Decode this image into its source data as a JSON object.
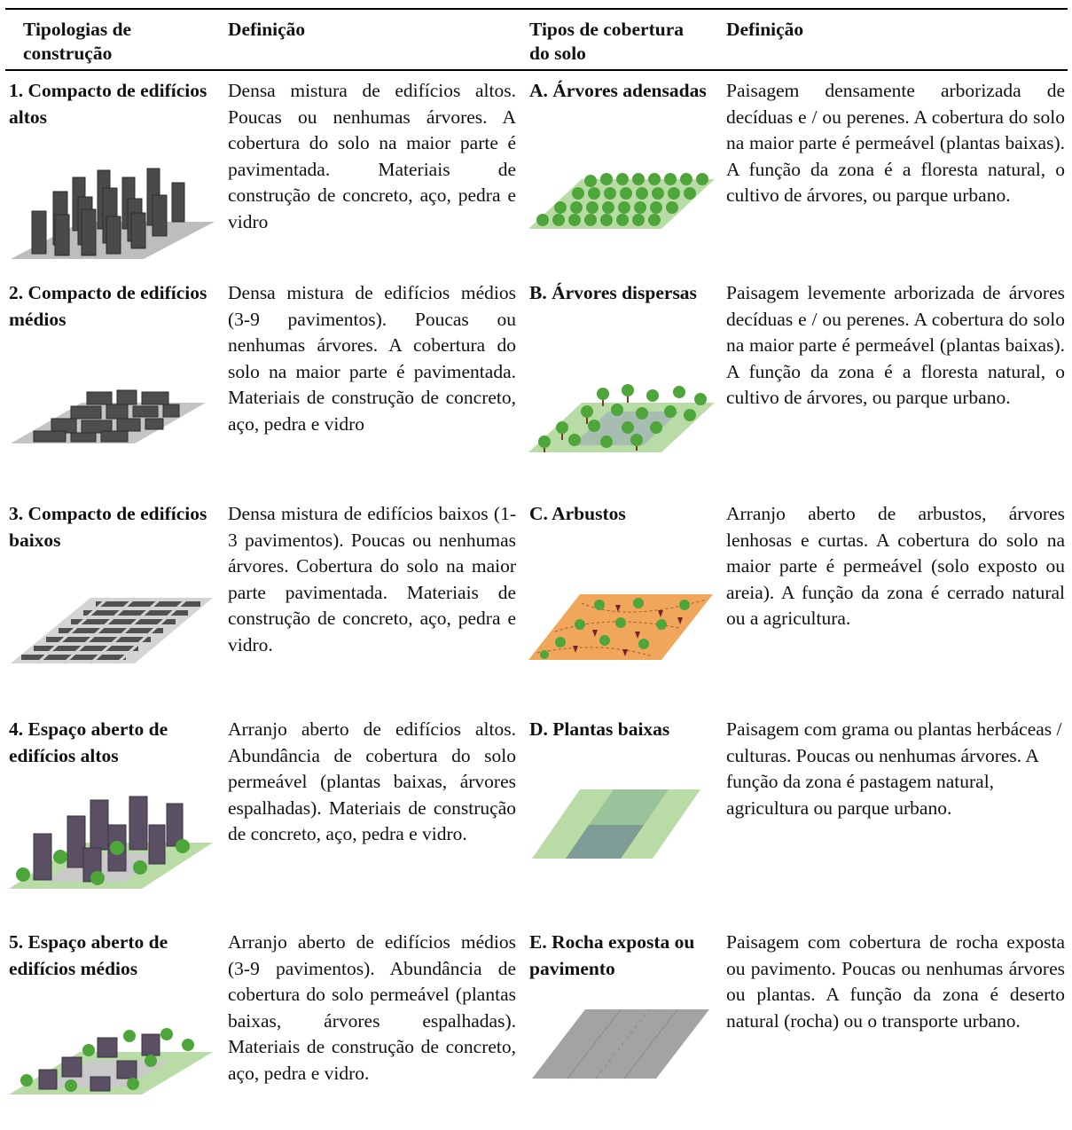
{
  "headers": {
    "col1": "Tipologias de construção",
    "col2": "Definição",
    "col3": "Tipos de cobertura do solo",
    "col4": "Definição"
  },
  "rows": [
    {
      "building_title": "1. Compacto de edifícios altos",
      "building_image": "compact-highrise-icon",
      "building_def": "Densa mistura de edifícios altos. Poucas ou nenhumas árvores. A cobertura do solo na maior parte é pavimentada. Materiais de construção de concreto, aço, pedra e vidro",
      "land_title": "A. Árvores adensadas",
      "land_image": "dense-trees-icon",
      "land_def": "Paisagem densamente arborizada de decíduas e / ou perenes. A cobertura do solo na maior parte é permeável (plantas baixas). A função da zona é a floresta natural, o cultivo de árvores, ou parque urbano."
    },
    {
      "building_title": "2. Compacto de edifícios médios",
      "building_image": "compact-midrise-icon",
      "building_def": "Densa mistura de edifícios médios (3-9 pavimentos). Poucas ou nenhumas árvores. A cobertura do solo na maior parte é pavimentada. Materiais de construção de concreto, aço, pedra e vidro",
      "land_title": "B. Árvores dispersas",
      "land_image": "scattered-trees-icon",
      "land_def": "Paisagem levemente arborizada de árvores decíduas e / ou perenes. A cobertura do solo na maior parte é permeável (plantas baixas). A função da zona é a floresta natural, o cultivo de árvores, ou parque urbano."
    },
    {
      "building_title": "3. Compacto de edifícios baixos",
      "building_image": "compact-lowrise-icon",
      "building_def": "Densa mistura de edifícios baixos (1-3 pavimentos). Poucas ou nenhumas árvores. Cobertura do solo na maior parte pavimentada. Materiais de construção de concreto, aço, pedra e vidro.",
      "land_title": "C. Arbustos",
      "land_image": "bush-scrub-icon",
      "land_def": "Arranjo aberto de arbustos, árvores lenhosas e curtas. A cobertura do solo na maior parte é permeável (solo exposto ou areia). A função da zona é cerrado natural ou a agricultura."
    },
    {
      "building_title": "4. Espaço aberto de edifícios altos",
      "building_image": "open-highrise-icon",
      "building_def": "Arranjo aberto de edifícios altos. Abundância de cobertura do solo permeável (plantas baixas, árvores espalhadas). Materiais de construção de concreto, aço, pedra e vidro.",
      "land_title": "D. Plantas baixas",
      "land_image": "low-plants-icon",
      "land_def": "Paisagem com grama ou plantas herbáceas / culturas. Poucas ou nenhumas árvores. A função da zona é pastagem natural, agricultura ou parque urbano."
    },
    {
      "building_title": "5. Espaço aberto de edifícios médios",
      "building_image": "open-midrise-icon",
      "building_def": "Arranjo aberto de edifícios médios (3-9 pavimentos). Abundância de cobertura do solo permeável (plantas baixas, árvores espalhadas). Materiais de construção de concreto, aço, pedra e vidro.",
      "land_title": "E. Rocha exposta ou pavimento",
      "land_image": "bare-rock-paved-icon",
      "land_def": "Paisagem com cobertura de rocha exposta ou pavimento. Poucas ou nenhumas árvores ou plantas. A função da zona é deserto natural (rocha) ou o transporte urbano."
    }
  ]
}
